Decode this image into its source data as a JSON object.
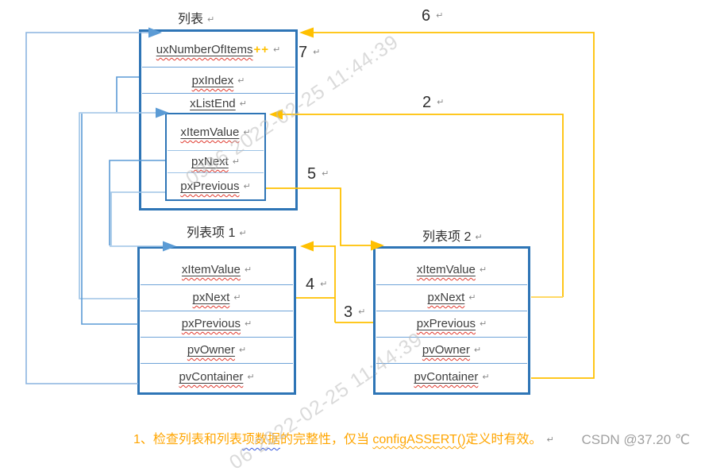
{
  "colors": {
    "box_border": "#2E75B6",
    "divider": "#6FA3D8",
    "divider_pale": "#9DC3E6",
    "line_blue": "#5B9BD5",
    "line_blue_pale": "#9DC3E6",
    "line_yellow": "#FFC000",
    "line_yellow_pale": "#FFD966",
    "footnote_orange": "#FFA500",
    "field_text": "#3f3f3f",
    "wavy_red": "#E0392E",
    "wavy_blue": "#3355DD",
    "return_mark_gray": "#8a8a8a",
    "watermark_gray": "#bdbdbd",
    "csdn_gray": "#a0a0a0"
  },
  "list_box": {
    "title": "列表",
    "row1": "uxNumberOfItems",
    "row1_suffix": "++",
    "row2": "pxIndex",
    "row3": "xListEnd",
    "nested": {
      "row1": "xItemValue",
      "row2": "pxNext",
      "row3": "pxPrevious"
    }
  },
  "item1": {
    "title": "列表项 1",
    "row1": "xItemValue",
    "row2": "pxNext",
    "row3": "pxPrevious",
    "row4": "pvOwner",
    "row5": "pvContainer"
  },
  "item2": {
    "title": "列表项 2",
    "row1": "xItemValue",
    "row2": "pxNext",
    "row3": "pxPrevious",
    "row4": "pvOwner",
    "row5": "pvContainer"
  },
  "labels": {
    "n2": "2",
    "n3": "3",
    "n4": "4",
    "n5": "5",
    "n6": "6",
    "n7": "7"
  },
  "footnote": {
    "num": "1、",
    "part1": "检查列表和列表",
    "part2": "项数据",
    "part3": "的完整性，仅当 ",
    "link": "configASSERT()",
    "part4": "定义时有效。"
  },
  "watermark": {
    "top": "0996 2022-02-25 11:44:39",
    "bottom": "06 2022-02-25 11:44:39"
  },
  "footer": {
    "csdn": "CSDN @37.20 ℃"
  },
  "return_mark": "↵"
}
